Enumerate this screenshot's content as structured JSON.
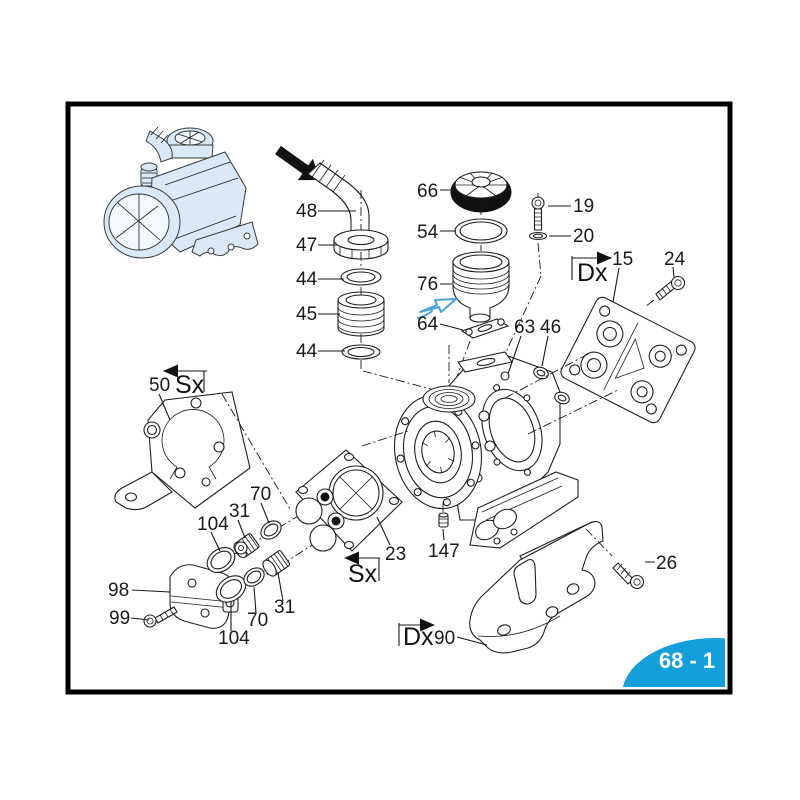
{
  "figure": {
    "kind": "exploded-parts-diagram",
    "badge_code": "68 - 1",
    "colors": {
      "badge_blue": "#149fda",
      "highlight_arrow_blue": "#4aa3d8",
      "thumbnail_fill": "#d9e9f7",
      "line": "#1a1a1a"
    }
  },
  "direction_labels": {
    "sx_upper": "Sx",
    "dx_upper": "Dx",
    "sx_lower": "Sx",
    "dx_lower": "Dx"
  },
  "callouts": {
    "part_48": "48",
    "part_47": "47",
    "part_44_upper": "44",
    "part_45": "45",
    "part_44_lower": "44",
    "part_66": "66",
    "part_54": "54",
    "part_76": "76",
    "part_64": "64",
    "part_19": "19",
    "part_20": "20",
    "part_15": "15",
    "part_24": "24",
    "part_63": "63",
    "part_46": "46",
    "part_50": "50",
    "part_104_upper": "104",
    "part_31_upper": "31",
    "part_70_upper": "70",
    "part_98": "98",
    "part_99": "99",
    "part_104_lower": "104",
    "part_70_lower": "70",
    "part_31_lower": "31",
    "part_23": "23",
    "part_147": "147",
    "part_26": "26",
    "part_90": "90"
  }
}
